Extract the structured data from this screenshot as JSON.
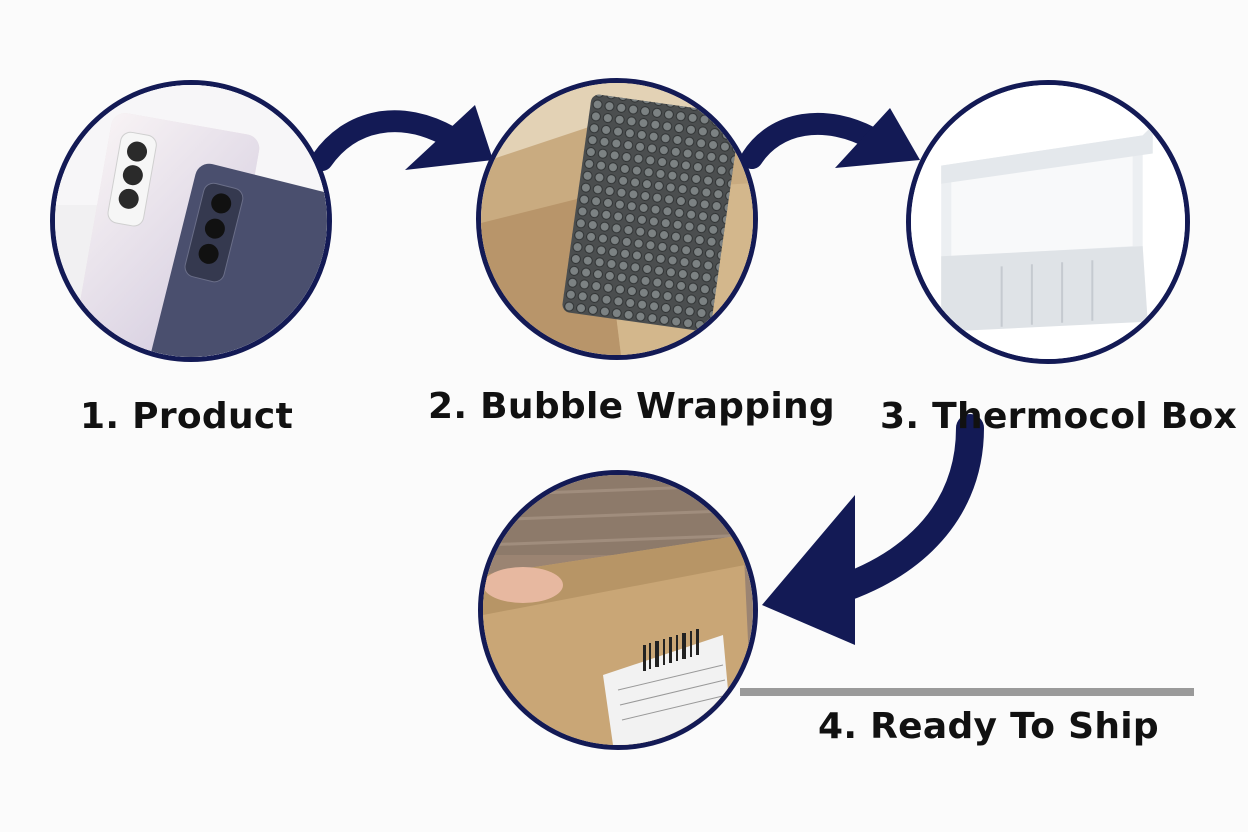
{
  "steps": [
    {
      "label": "1. Product",
      "image": "smartphones-back-view"
    },
    {
      "label": "2. Bubble Wrapping",
      "image": "bubble-wrap-in-carton"
    },
    {
      "label": "3. Thermocol Box",
      "image": "open-styrofoam-box"
    },
    {
      "label": "4. Ready To Ship",
      "image": "sealed-cardboard-box-with-label"
    }
  ],
  "colors": {
    "circle_border": "#131a55",
    "arrow": "#131a55",
    "label_text": "#111111",
    "rule": "#9a9a9a",
    "background": "#fbfbfb"
  }
}
